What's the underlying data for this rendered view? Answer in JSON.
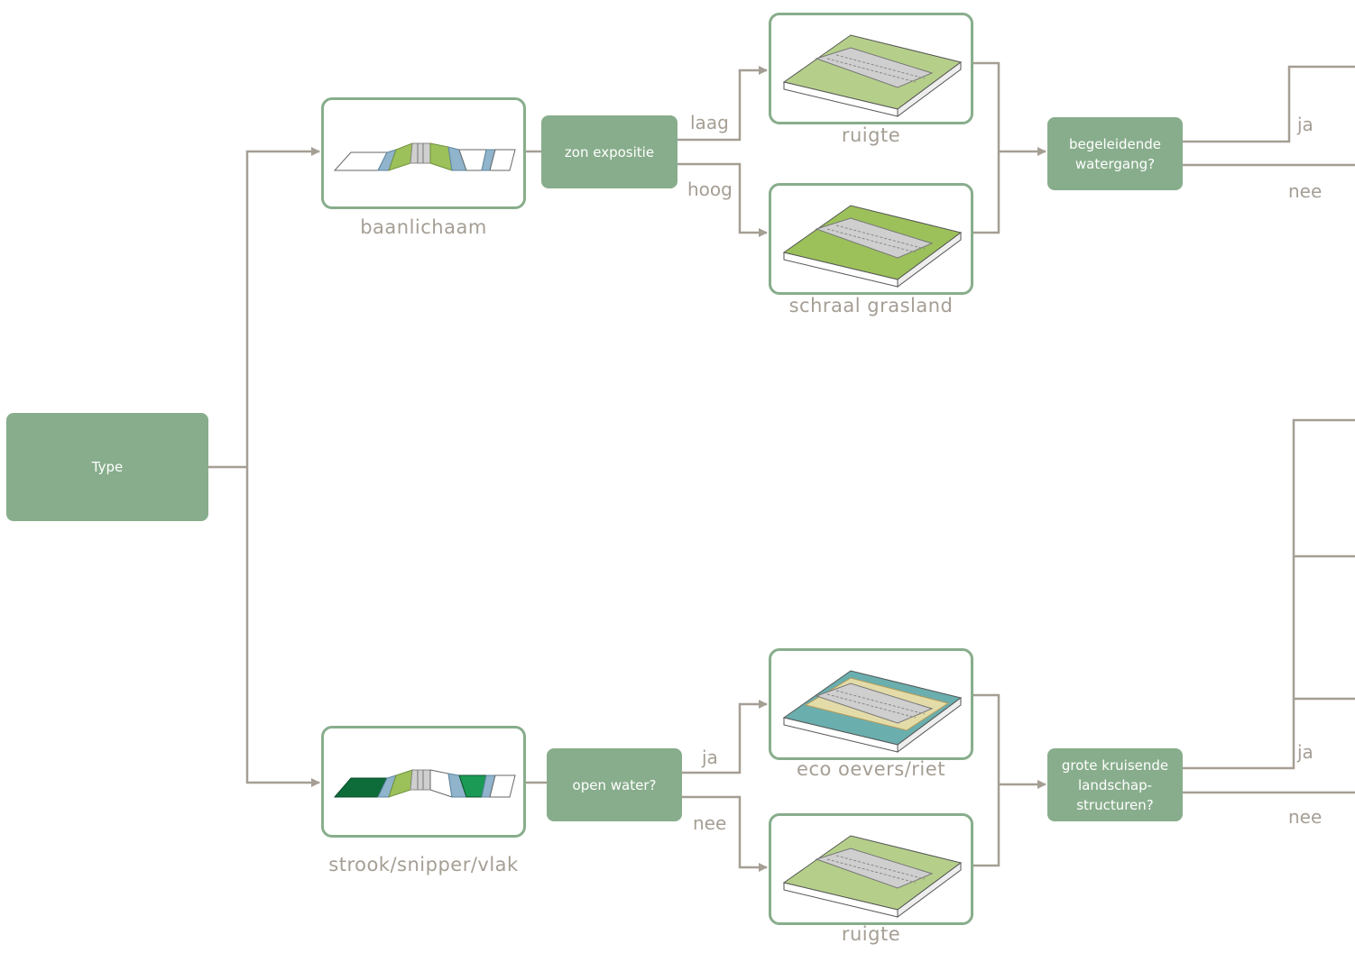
{
  "nodes": {
    "type": "Type",
    "zon_expositie": "zon expositie",
    "begeleidende_watergang": "begeleidende\nwatergang?",
    "open_water": "open water?",
    "grote_kruisende": "grote kruisende\nlandschap-\nstructuren?"
  },
  "captions": {
    "baanlichaam": "baanlichaam",
    "strook": "strook/snipper/vlak",
    "ruigte_top": "ruigte",
    "schraal_grasland": "schraal grasland",
    "eco_oevers": "eco oevers/riet",
    "ruigte_bottom": "ruigte"
  },
  "edge_labels": {
    "laag": "laag",
    "hoog": "hoog",
    "ja_top": "ja",
    "nee_top": "nee",
    "ja_open": "ja",
    "nee_open": "nee",
    "ja_bottom": "ja",
    "nee_bottom": "nee"
  },
  "colors": {
    "node_fill": "#88ad8c",
    "line": "#a59e94",
    "caption_text": "#a59e94",
    "grass": "#9cc15a",
    "water": "#6aaeae",
    "dark_green": "#0e6b3a"
  }
}
